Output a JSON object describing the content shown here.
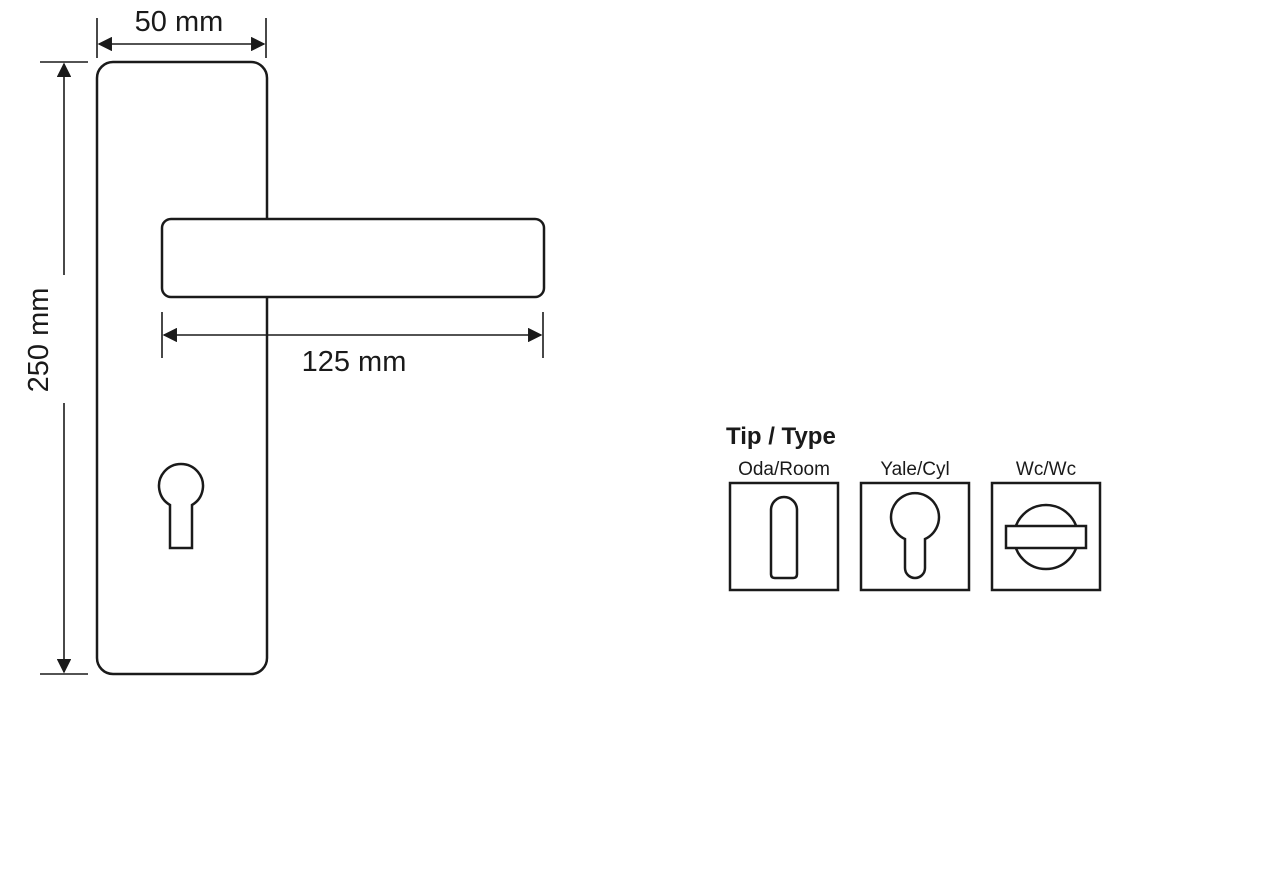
{
  "dimensions": {
    "width_label": "50 mm",
    "height_label": "250 mm",
    "lever_length_label": "125 mm"
  },
  "types": {
    "title": "Tip / Type",
    "items": [
      {
        "label": "Oda/Room",
        "icon": "room-slot-icon"
      },
      {
        "label": "Yale/Cyl",
        "icon": "cylinder-keyhole-icon"
      },
      {
        "label": "Wc/Wc",
        "icon": "wc-turn-icon"
      }
    ]
  }
}
